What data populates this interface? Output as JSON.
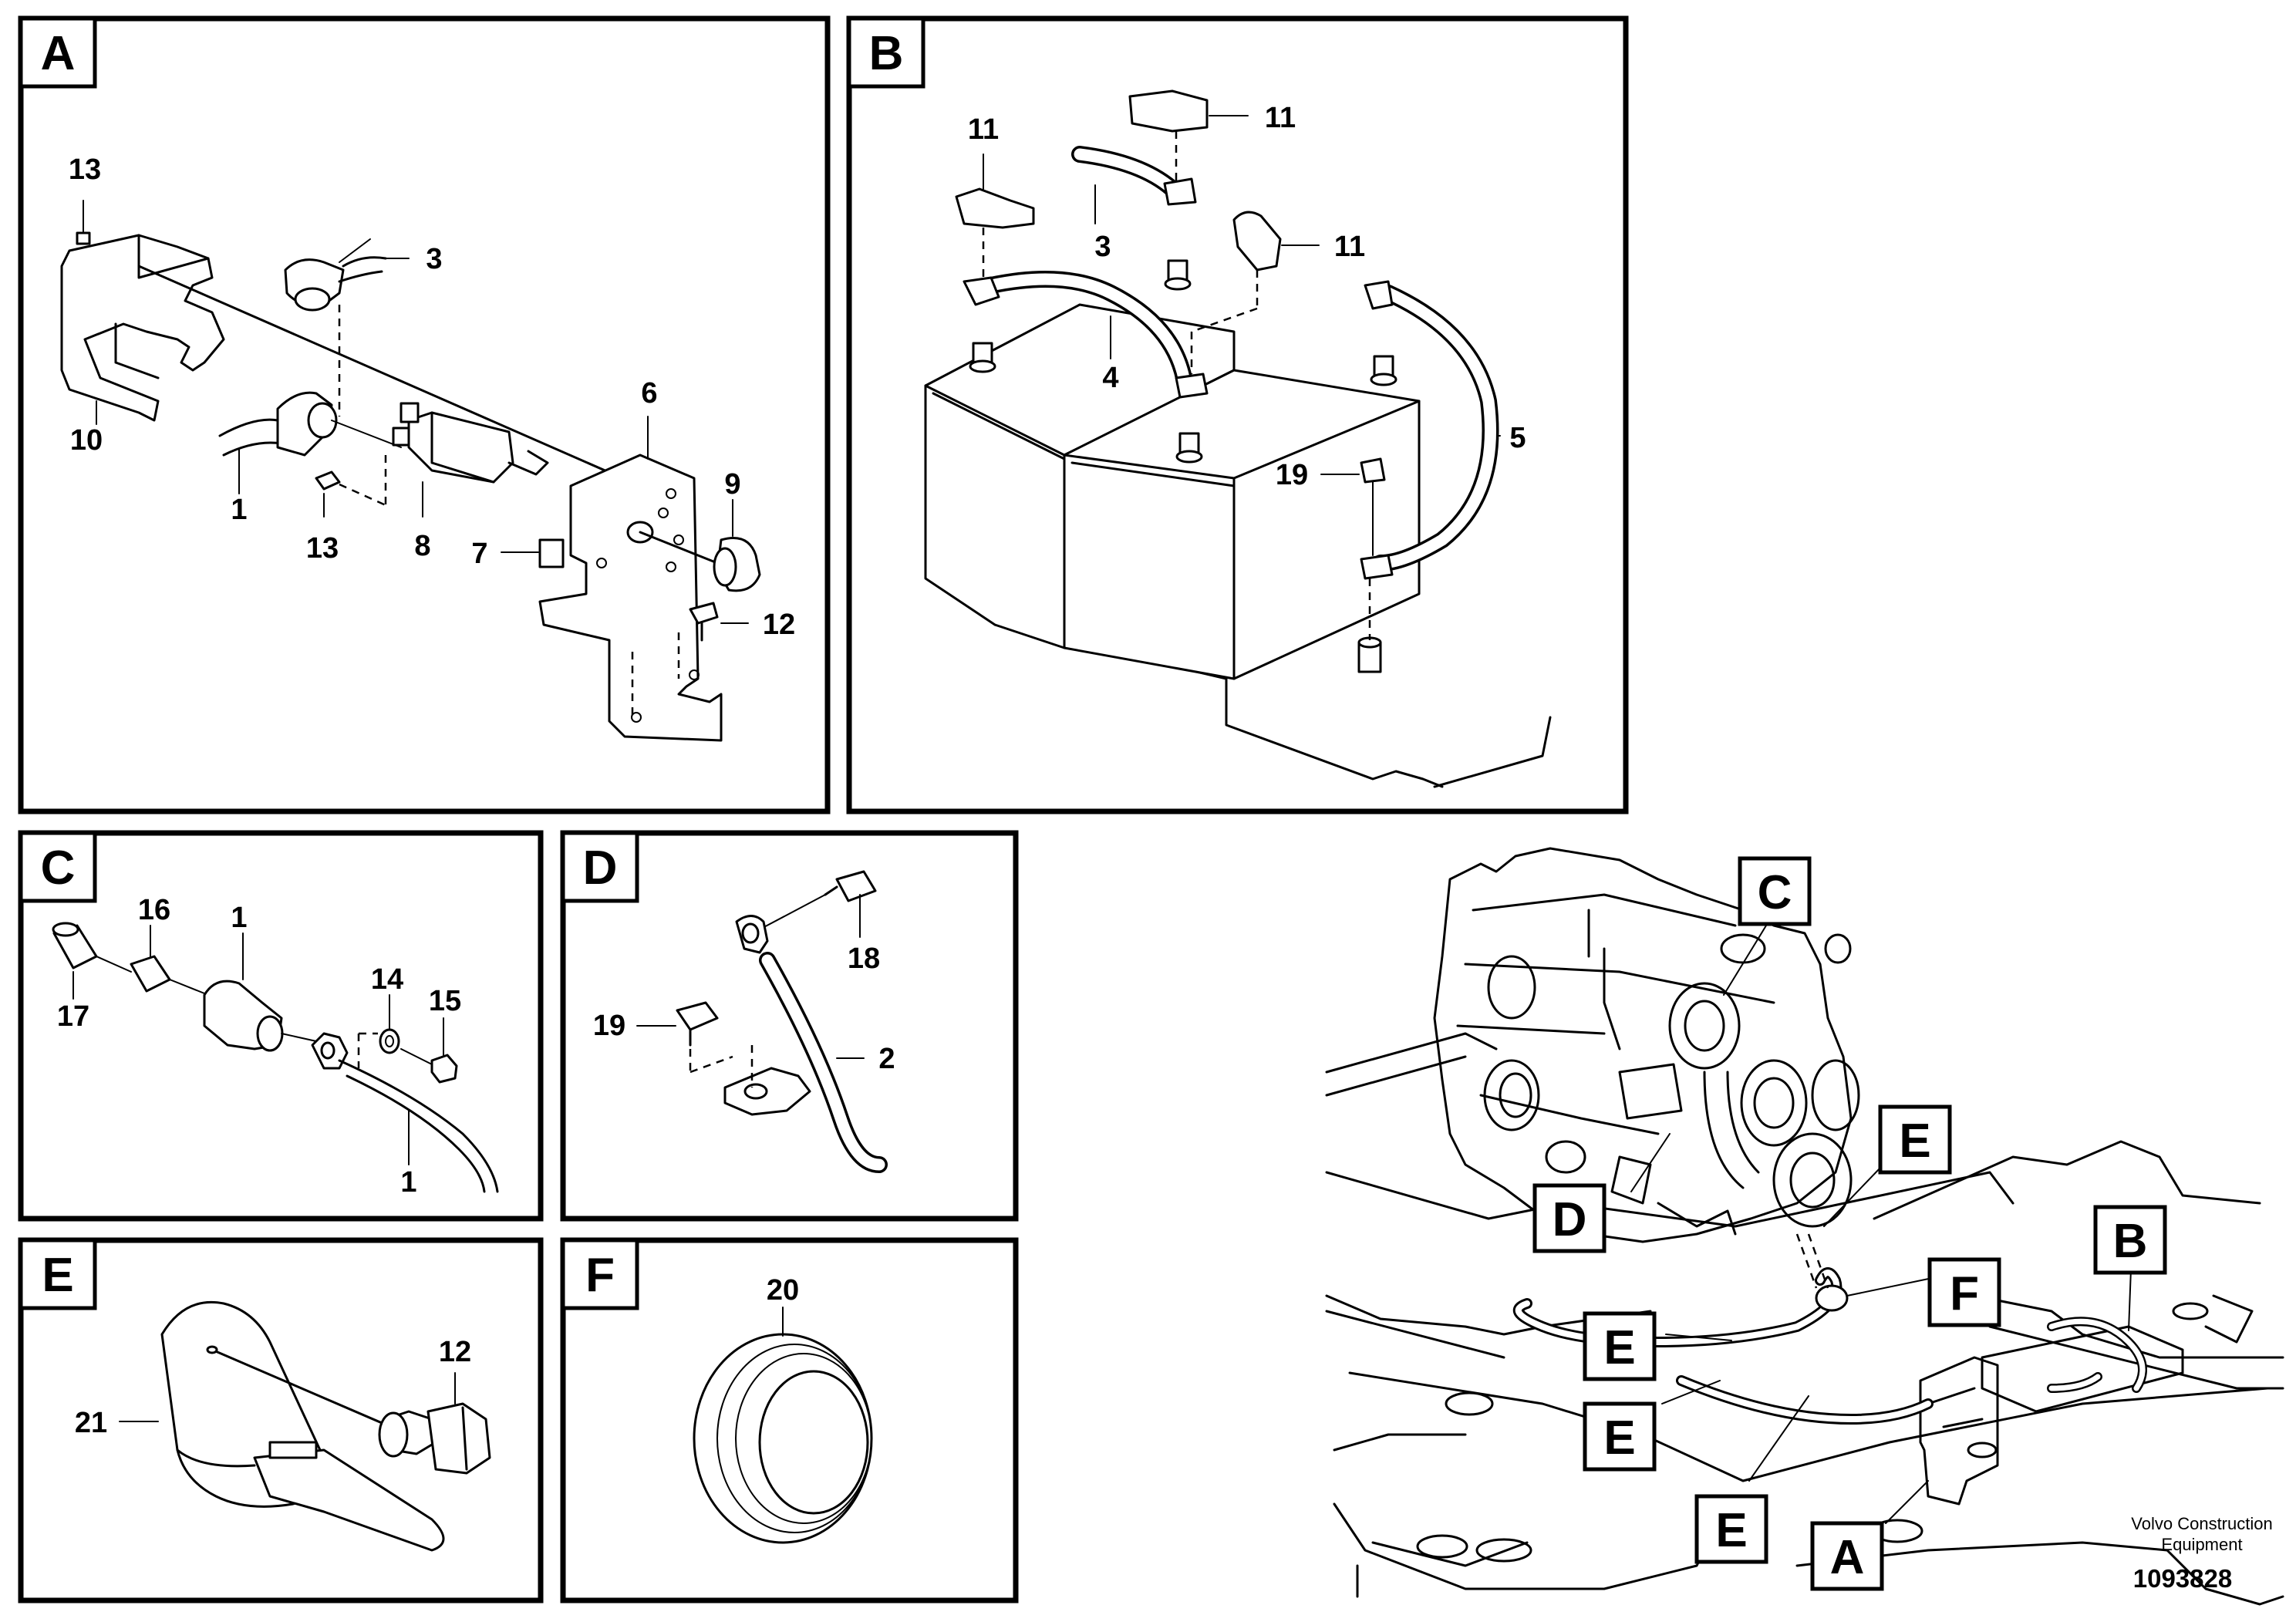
{
  "panels": {
    "a": {
      "letter": "A",
      "callouts": {
        "c13a": "13",
        "c3": "3",
        "c10": "10",
        "c6": "6",
        "c1": "1",
        "c13b": "13",
        "c8": "8",
        "c9": "9",
        "c7": "7",
        "c12": "12"
      }
    },
    "b": {
      "letter": "B",
      "callouts": {
        "c11a": "11",
        "c11b": "11",
        "c11c": "11",
        "c3": "3",
        "c4": "4",
        "c5": "5",
        "c19": "19"
      }
    },
    "c": {
      "letter": "C",
      "callouts": {
        "c16": "16",
        "c1a": "1",
        "c17": "17",
        "c14": "14",
        "c15": "15",
        "c1b": "1"
      }
    },
    "d": {
      "letter": "D",
      "callouts": {
        "c18": "18",
        "c19": "19",
        "c2": "2"
      }
    },
    "e": {
      "letter": "E",
      "callouts": {
        "c12": "12",
        "c21": "21"
      }
    },
    "f": {
      "letter": "F",
      "callouts": {
        "c20": "20"
      }
    }
  },
  "overview": {
    "tags": {
      "c": "C",
      "d": "D",
      "e1": "E",
      "b": "B",
      "f": "F",
      "e2": "E",
      "e3": "E",
      "e4": "E",
      "a": "A"
    }
  },
  "footer": {
    "company_line1": "Volvo Construction",
    "company_line2": "Equipment",
    "doc_number": "1093828"
  }
}
